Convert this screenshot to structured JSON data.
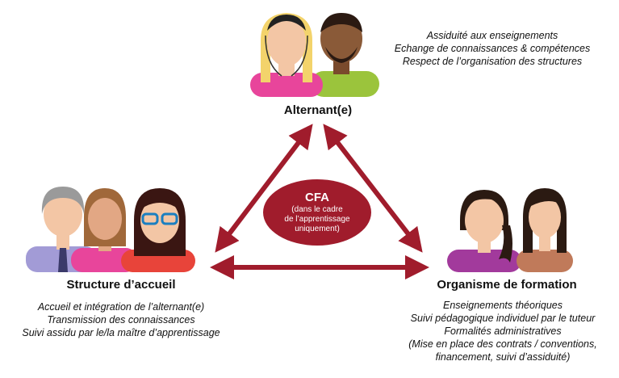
{
  "colors": {
    "accent": "#a01c2c",
    "pink": "#e8459b",
    "green": "#9bc43c",
    "lilac": "#a29bd6",
    "skin": "#f3c6a5"
  },
  "apprentice": {
    "title": "Alternant(e)",
    "duties": [
      "Assiduité aux enseignements",
      "Echange de connaissances & compétences",
      "Respect de l’organisation des structures"
    ]
  },
  "host": {
    "title": "Structure d’accueil",
    "duties": [
      "Accueil et intégration de l’alternant(e)",
      "Transmission des connaissances",
      "Suivi assidu par le/la maître d’apprentissage"
    ]
  },
  "school": {
    "title": "Organisme de formation",
    "duties": [
      "Enseignements théoriques",
      "Suivi pédagogique individuel par le tuteur",
      "Formalités administratives",
      "(Mise en place des contrats / conventions,",
      "financement, suivi d’assiduité)"
    ]
  },
  "cfa": {
    "title": "CFA",
    "subtitle": "(dans le cadre\nde l’apprentissage\nuniquement)"
  },
  "icons": [
    "apprentice-pair-icon",
    "host-team-icon",
    "school-pair-icon",
    "double-arrow-icon"
  ]
}
